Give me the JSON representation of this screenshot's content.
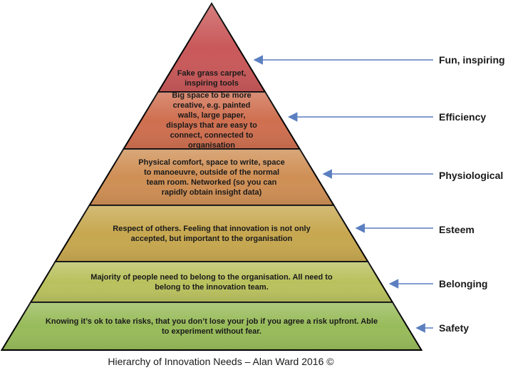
{
  "diagram": {
    "tiers": [
      {
        "text": "Fake grass carpet, inspiring tools",
        "label": "Fun, inspiring",
        "color": "#c9595a"
      },
      {
        "text": "Big space to be more creative, e.g. painted walls, large paper, displays that are easy to connect, connected to organisation",
        "label": "Efficiency",
        "color": "#cf6f50"
      },
      {
        "text": "Physical comfort, space to write, space to manoeuvre, outside of the normal team room. Networked  (so you can rapidly obtain insight data)",
        "label": "Physiological",
        "color": "#cf8f55"
      },
      {
        "text": "Respect of others. Feeling that innovation is not only accepted, but important to the organisation",
        "label": "Esteem",
        "color": "#c7a850"
      },
      {
        "text": "Majority of people need to belong to the organisation. All need to belong to the innovation team.",
        "label": "Belonging",
        "color": "#b9c15e"
      },
      {
        "text": "Knowing it’s ok to take risks, that you don’t lose your job if you agree a risk upfront. Able to experiment without fear.",
        "label": "Safety",
        "color": "#98bb5a"
      }
    ],
    "caption": "Hierarchy of Innovation Needs – Alan Ward 2016 ©",
    "colors": {
      "outline": "#000000",
      "arrow": "#5b7fc0",
      "top_highlight": "#d98888"
    }
  }
}
